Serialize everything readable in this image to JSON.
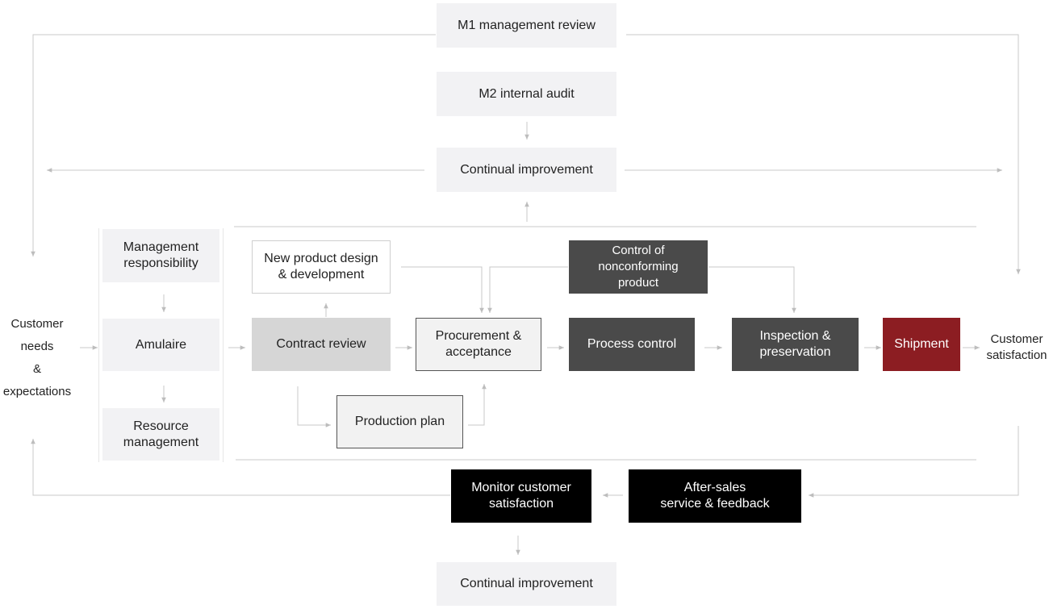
{
  "diagram": {
    "top": {
      "m1_review": "M1 management review",
      "m2_audit": "M2 internal audit",
      "continual_improvement": "Continual improvement"
    },
    "left": {
      "customer_needs": "Customer\nneeds\n& expectations"
    },
    "sidebar": {
      "management_responsibility": "Management\nresponsibility",
      "amulaire": "Amulaire",
      "resource_management": "Resource\nmanagement"
    },
    "process": {
      "new_product_design": "New product design\n& development",
      "contract_review": "Contract review",
      "production_plan": "Production plan",
      "procurement": "Procurement &\nacceptance",
      "nonconforming": "Control of nonconforming\nproduct",
      "process_control": "Process control",
      "inspection": "Inspection &\npreservation",
      "shipment": "Shipment"
    },
    "right": {
      "customer_satisfaction": "Customer\nsatisfaction"
    },
    "bottom": {
      "after_sales": "After-sales\nservice & feedback",
      "monitor_satisfaction": "Monitor customer\nsatisfaction",
      "continual_improvement": "Continual improvement"
    },
    "colors": {
      "dark": "#4a4a4a",
      "red": "#8c1d22",
      "black": "#000000",
      "light": "#f2f2f4",
      "arrow": "#c4c4c4"
    }
  }
}
